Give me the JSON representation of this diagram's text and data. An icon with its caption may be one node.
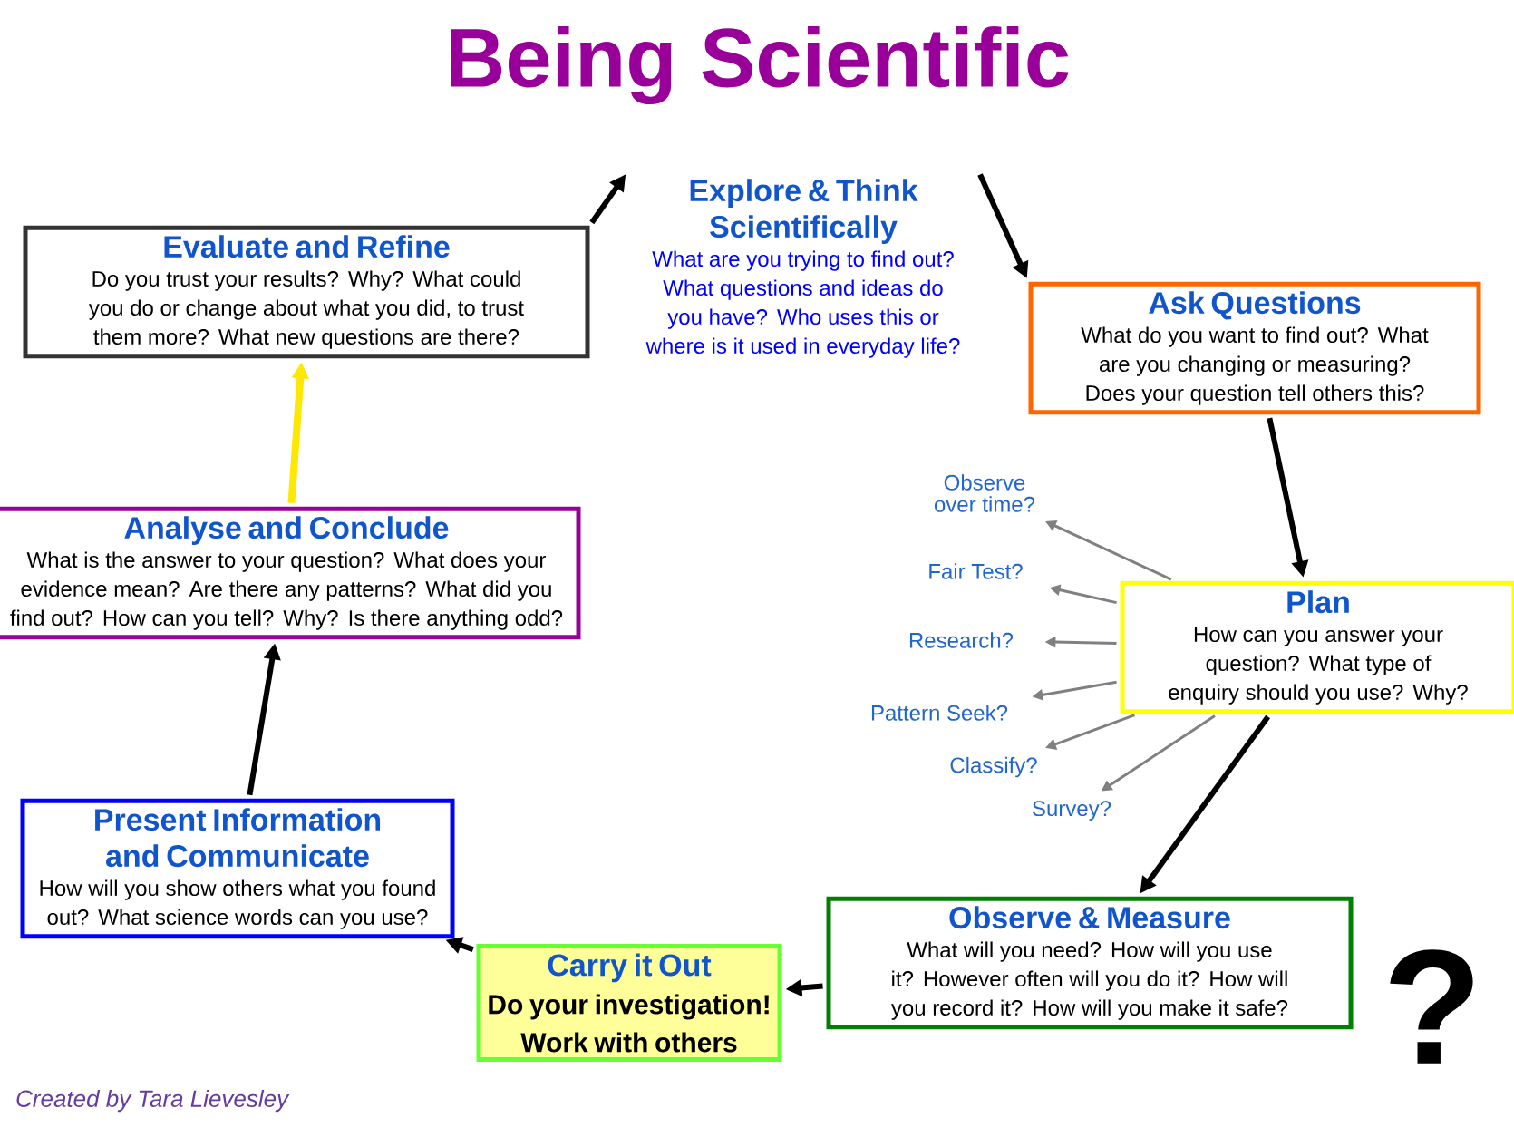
{
  "diagram": {
    "title": "Being Scientific",
    "nodes": [
      {
        "text": [
          "Explore & Think Scientifically",
          "What are you trying to find out? What questions and ideas do you have? Who uses this or where is it used in everyday life?"
        ]
      },
      {
        "text": [
          "Ask Questions",
          "What do you want to find out? What are you changing or measuring? Does your question tell others this?"
        ]
      },
      {
        "text": [
          "Plan",
          "How can you answer your question? What type of enquiry should you use? Why?"
        ]
      },
      {
        "text": [
          "Observe & Measure",
          "What will you need? How will you use it? However often will you do it? How will you record it? How will you make it safe?"
        ]
      },
      {
        "text": [
          "Carry it Out",
          "Do your investigation! Work with others"
        ]
      },
      {
        "text": [
          "Present Information and Communicate",
          "How will you show others what you found out? What science words can you use?"
        ]
      },
      {
        "text": [
          "Analyse and Conclude",
          "What is the answer to your question? What does your evidence mean? Are there any patterns? What did you find out? How can you tell? Why? Is there anything odd?"
        ]
      },
      {
        "text": [
          "Evaluate and Refine",
          "Do you trust your results? Why? What could you do or change about what you did, to trust them more? What new questions are there?"
        ]
      },
      {
        "text": [
          "Observe over time?"
        ]
      },
      {
        "text": [
          "Fair Test?"
        ]
      },
      {
        "text": [
          "Research?"
        ]
      },
      {
        "text": [
          "Pattern Seek?"
        ]
      },
      {
        "text": [
          "Classify?"
        ]
      },
      {
        "text": [
          "Survey?"
        ]
      }
    ],
    "edges": [
      {
        "from": 7,
        "to": 0,
        "arrow": "to"
      },
      {
        "from": 0,
        "to": 1,
        "arrow": "to"
      },
      {
        "from": 1,
        "to": 2,
        "arrow": "to"
      },
      {
        "from": 2,
        "to": 3,
        "arrow": "to"
      },
      {
        "from": 3,
        "to": 4,
        "arrow": "to"
      },
      {
        "from": 4,
        "to": 5,
        "arrow": "to"
      },
      {
        "from": 5,
        "to": 6,
        "arrow": "to"
      },
      {
        "from": 6,
        "to": 7,
        "arrow": "to",
        "color": "#ffe800"
      },
      {
        "from": 2,
        "to": 8,
        "arrow": "to",
        "color": "#808080"
      },
      {
        "from": 2,
        "to": 9,
        "arrow": "to",
        "color": "#808080"
      },
      {
        "from": 2,
        "to": 10,
        "arrow": "to",
        "color": "#808080"
      },
      {
        "from": 2,
        "to": 11,
        "arrow": "to",
        "color": "#808080"
      },
      {
        "from": 2,
        "to": 12,
        "arrow": "to",
        "color": "#808080"
      },
      {
        "from": 2,
        "to": 13,
        "arrow": "to",
        "color": "#808080"
      }
    ],
    "labels": [
      "?",
      "Created by Tara Lievesley"
    ]
  }
}
